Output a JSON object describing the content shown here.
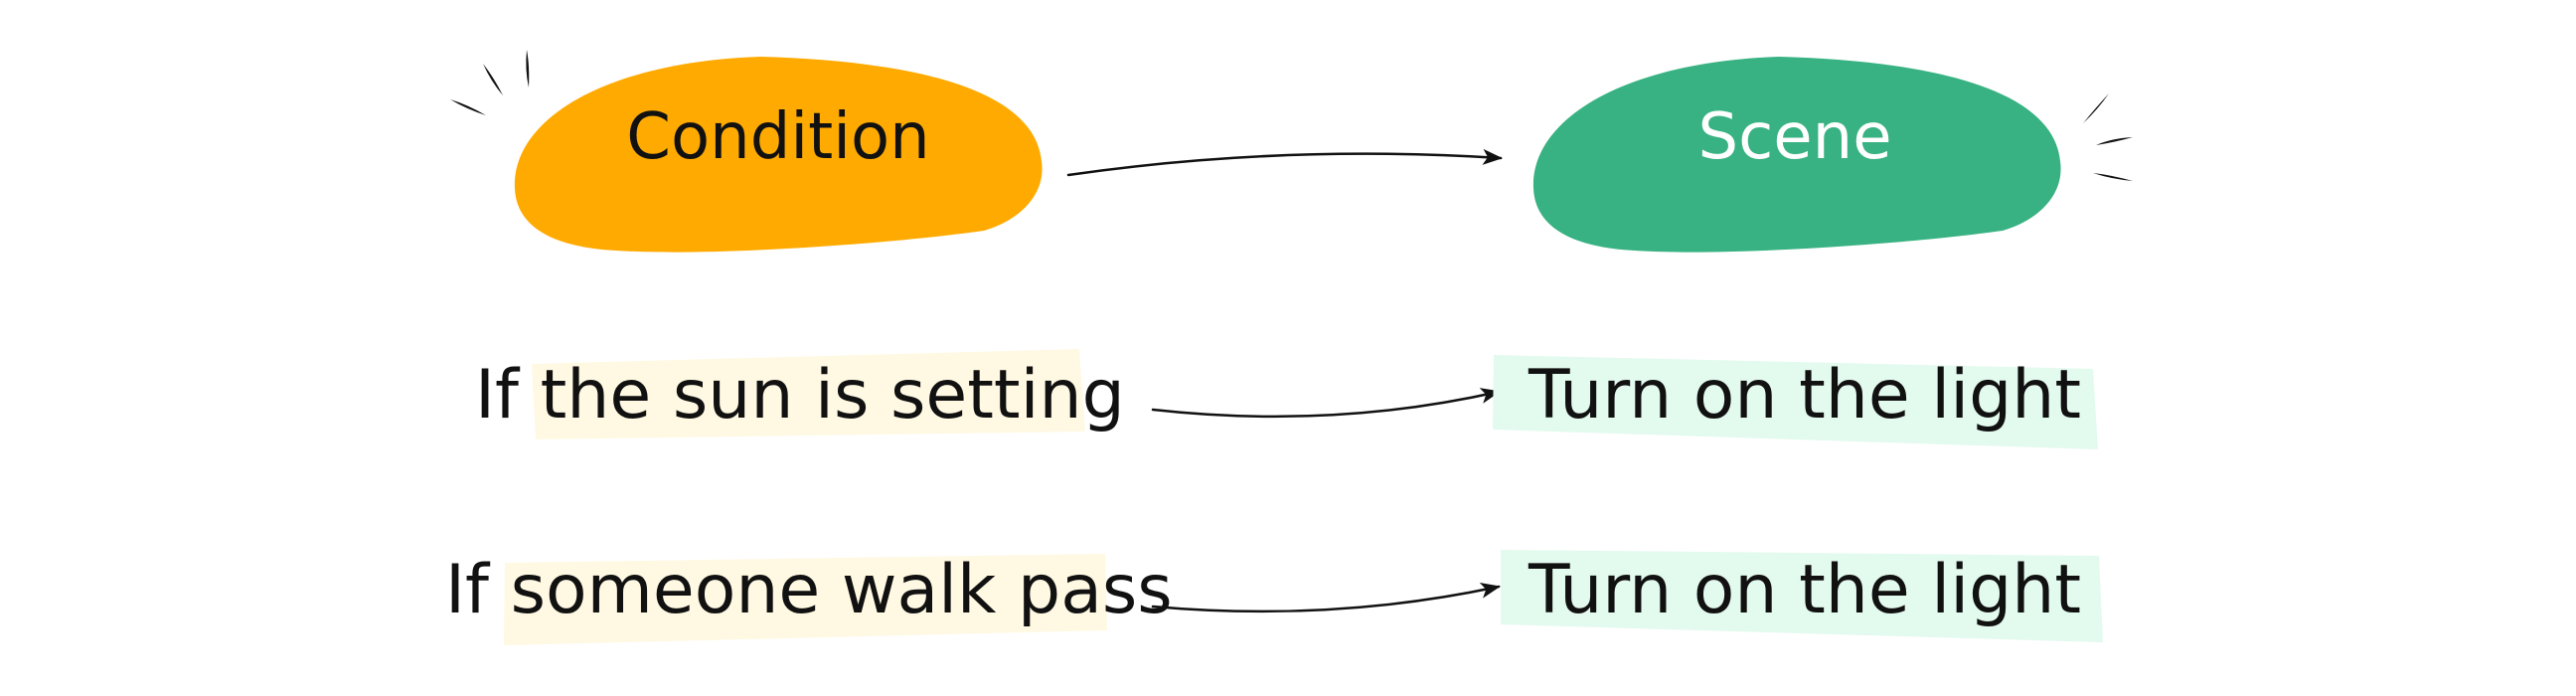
{
  "header": {
    "condition_label": "Condition",
    "scene_label": "Scene"
  },
  "rows": [
    {
      "condition": "If the sun is setting",
      "scene": "Turn on the light"
    },
    {
      "condition": "If someone walk pass",
      "scene": "Turn on the light"
    }
  ],
  "colors": {
    "condition_blob": "#FFAA00",
    "scene_blob": "#38B282",
    "condition_highlight": "#FFF9E3",
    "scene_highlight": "#E3FAEE",
    "condition_text": "#111111",
    "scene_text": "#FFFFFF",
    "body_text": "#111111"
  }
}
